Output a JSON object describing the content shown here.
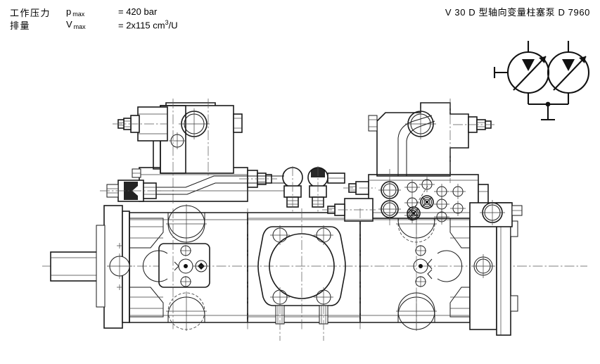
{
  "header": {
    "specs": [
      {
        "label": "工作压力",
        "symbol": "p",
        "subscript": "max",
        "value": "= 420 bar"
      },
      {
        "label": "排量",
        "symbol": "V",
        "subscript": "max",
        "value": "= 2x115 cm3/U"
      }
    ],
    "value_rows": [
      {
        "prefix": "= 420 bar",
        "sup": "",
        "suffix": ""
      },
      {
        "prefix": "= 2x115 cm",
        "sup": "3",
        "suffix": "/U"
      }
    ],
    "document_title": "V 30 D 型轴向变量柱塞泵 D 7960"
  },
  "symbol": {
    "name": "tandem-variable-displacement-pump-symbol",
    "pump_count": 2,
    "description": "two variable displacement axial piston pumps with common drain",
    "elements": [
      "pump-circle-left",
      "pump-circle-right",
      "flow-triangle",
      "variable-arrow",
      "drain-junction",
      "tank-line"
    ]
  },
  "drawing": {
    "name": "tandem-axial-piston-pump-assembly",
    "view": "side elevation section",
    "components": [
      {
        "name": "drive-shaft",
        "side": "left"
      },
      {
        "name": "mounting-flange-left",
        "side": "left"
      },
      {
        "name": "control-plate-left",
        "side": "left"
      },
      {
        "name": "pump-housing-first-stage",
        "side": "left-center"
      },
      {
        "name": "sae-flange-port-center",
        "side": "center"
      },
      {
        "name": "pump-housing-second-stage",
        "side": "right-center"
      },
      {
        "name": "end-cap-flange-right",
        "side": "right"
      },
      {
        "name": "control-valve-left",
        "side": "top-left"
      },
      {
        "name": "control-manifold-right",
        "side": "top-right"
      },
      {
        "name": "connecting-tube",
        "side": "top-center"
      },
      {
        "name": "elbow-fittings",
        "side": "top-center"
      }
    ]
  },
  "colors": {
    "line": "#1a1a1a",
    "thin_line": "#3a3a3a",
    "center_line": "#555555",
    "background": "#ffffff",
    "symbol_fill": "#111111"
  }
}
